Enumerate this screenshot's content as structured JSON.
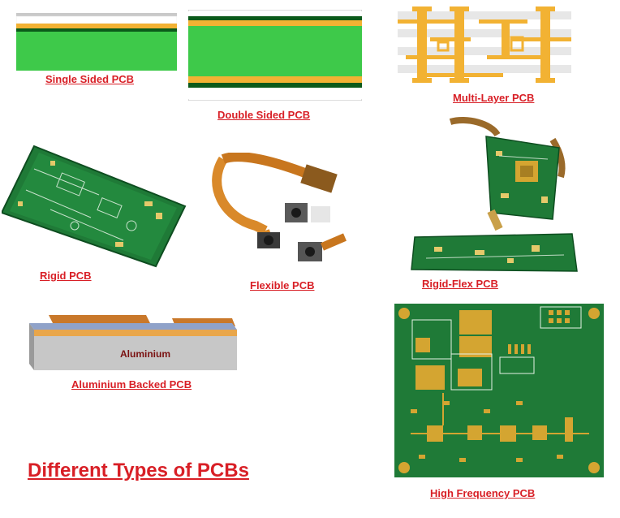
{
  "title": "Different Types of PCBs",
  "colors": {
    "caption": "#d81f26",
    "substrate": "#3ec94a",
    "copper": "#f2b233",
    "solder_mask": "#0b5a1a",
    "pcb_green": "#1f7a37",
    "gold": "#d4a531"
  },
  "items": [
    {
      "id": "single",
      "caption": "Single Sided PCB"
    },
    {
      "id": "double",
      "caption": "Double Sided PCB"
    },
    {
      "id": "multi",
      "caption": "Multi-Layer PCB"
    },
    {
      "id": "rigid",
      "caption": "Rigid PCB"
    },
    {
      "id": "flexible",
      "caption": "Flexible PCB"
    },
    {
      "id": "rigid_flex",
      "caption": "Rigid-Flex PCB"
    },
    {
      "id": "aluminium",
      "caption": "Aluminium Backed PCB",
      "inner_label": "Aluminium"
    },
    {
      "id": "high_freq",
      "caption": "High Frequency PCB"
    }
  ]
}
